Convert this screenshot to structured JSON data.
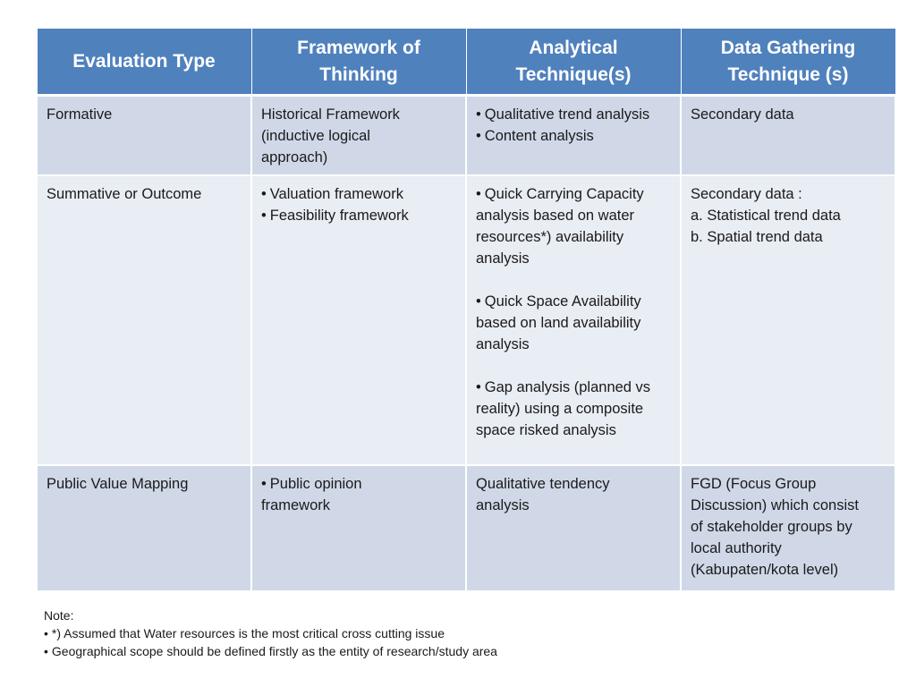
{
  "table": {
    "headers": [
      [
        "Evaluation Type"
      ],
      [
        "Framework of",
        "Thinking"
      ],
      [
        "Analytical",
        "Technique(s)"
      ],
      [
        "Data Gathering",
        "Technique (s)"
      ]
    ],
    "rows": [
      {
        "evaluation_type": "Formative",
        "framework": [
          "Historical Framework",
          "(inductive logical",
          "approach)"
        ],
        "analytical": [
          "Qualitative trend analysis",
          "Content  analysis"
        ],
        "data_gathering": [
          "Secondary data"
        ]
      },
      {
        "evaluation_type": "Summative or Outcome",
        "framework": [
          "Valuation framework",
          "Feasibility framework"
        ],
        "analytical": [
          [
            "Quick Carrying Capacity",
            "analysis based on water",
            "resources*)  availability",
            "analysis"
          ],
          [
            "Quick Space Availability",
            "based on land availability",
            "analysis"
          ],
          [
            "Gap analysis (planned vs",
            "reality) using a composite",
            "space risked analysis"
          ]
        ],
        "data_gathering": [
          "Secondary data :",
          "a. Statistical trend data",
          "b. Spatial trend data"
        ]
      },
      {
        "evaluation_type": "Public Value Mapping",
        "framework": [
          "Public  opinion",
          "framework"
        ],
        "analytical": [
          "Qualitative tendency",
          "analysis"
        ],
        "data_gathering": [
          "FGD (Focus Group",
          "Discussion) which consist",
          "of stakeholder groups by",
          "local authority",
          "(Kabupaten/kota level)"
        ]
      }
    ]
  },
  "bullet": "•",
  "note": {
    "title": "Note:",
    "items": [
      "*) Assumed that Water resources is the most critical cross cutting issue",
      "Geographical scope should be defined firstly as the entity of research/study area"
    ]
  },
  "colors": {
    "header_bg": "#4f81bd",
    "row_dark": "#d0d8e8",
    "row_light": "#e9edf4",
    "header_text": "#ffffff"
  }
}
